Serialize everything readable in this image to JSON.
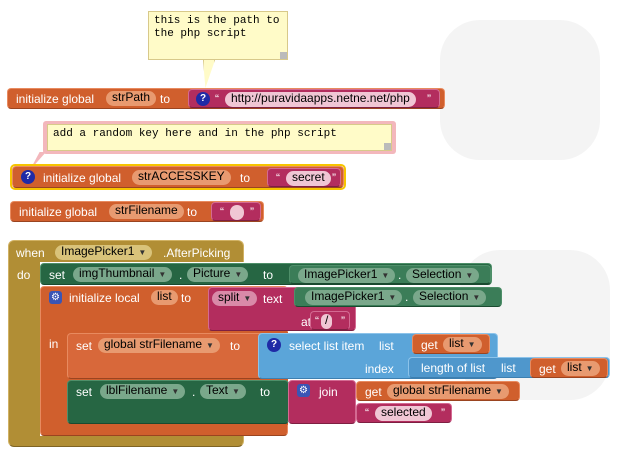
{
  "comments": {
    "path_comment": "this is the path to the php script",
    "key_comment": "add a random key here and in the php script"
  },
  "block_path": {
    "keyword": "initialize global",
    "var_name": "strPath",
    "to": "to",
    "value": "http://puravidaapps.netne.net/php"
  },
  "block_key": {
    "keyword": "initialize global",
    "var_name": "strACCESSKEY",
    "to": "to",
    "value": "secret"
  },
  "block_filename": {
    "keyword": "initialize global",
    "var_name": "strFilename",
    "to": "to",
    "value": ""
  },
  "event": {
    "when": "when",
    "component": "ImagePicker1",
    "event_name": ".AfterPicking",
    "do": "do",
    "set1": {
      "set": "set",
      "component": "imgThumbnail",
      "property": "Picture",
      "to": "to",
      "getter_component": "ImagePicker1",
      "getter_property": "Selection"
    },
    "local": {
      "keyword": "initialize local",
      "var_name": "list",
      "to": "to",
      "split": "split",
      "text": "text",
      "text_component": "ImagePicker1",
      "text_property": "Selection",
      "at": "at",
      "at_value": "/",
      "in": "in"
    },
    "set2": {
      "set": "set",
      "var": "global strFilename",
      "to": "to",
      "select": "select list item",
      "list_label": "list",
      "get": "get",
      "get_var": "list",
      "index": "index",
      "length_of_list": "length of list",
      "list_label2": "list",
      "get2": "get",
      "get_var2": "list"
    },
    "set3": {
      "set": "set",
      "component": "lblFilename",
      "property": "Text",
      "to": "to",
      "join": "join",
      "get": "get",
      "get_var": "global strFilename",
      "string_value": "selected"
    }
  },
  "icons": {
    "question": "?",
    "gear": "⚙",
    "dropdown": "▼"
  }
}
